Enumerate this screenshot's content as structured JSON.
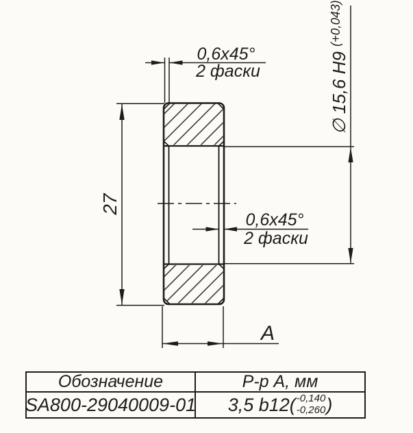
{
  "colors": {
    "ink": "#1e1d1b",
    "paper": "#fcfbf8"
  },
  "annotations": {
    "outer_chamfer": {
      "value": "0,6x45°",
      "note": "2 фаски"
    },
    "bore_chamfer": {
      "value": "0,6x45°",
      "note": "2 фаски"
    },
    "height": "27",
    "bore_diameter": {
      "main": "∅ 15,6 H9",
      "tolerance": "(+0,043)"
    },
    "width_label": "A"
  },
  "table": {
    "col1_header": "Обозначение",
    "col2_header": "Р-р А, мм",
    "designation": "SA800-29040009-01",
    "size": {
      "main": "3,5 b12(",
      "upper": "-0,140",
      "lower": "-0,260",
      "close": ")"
    }
  }
}
